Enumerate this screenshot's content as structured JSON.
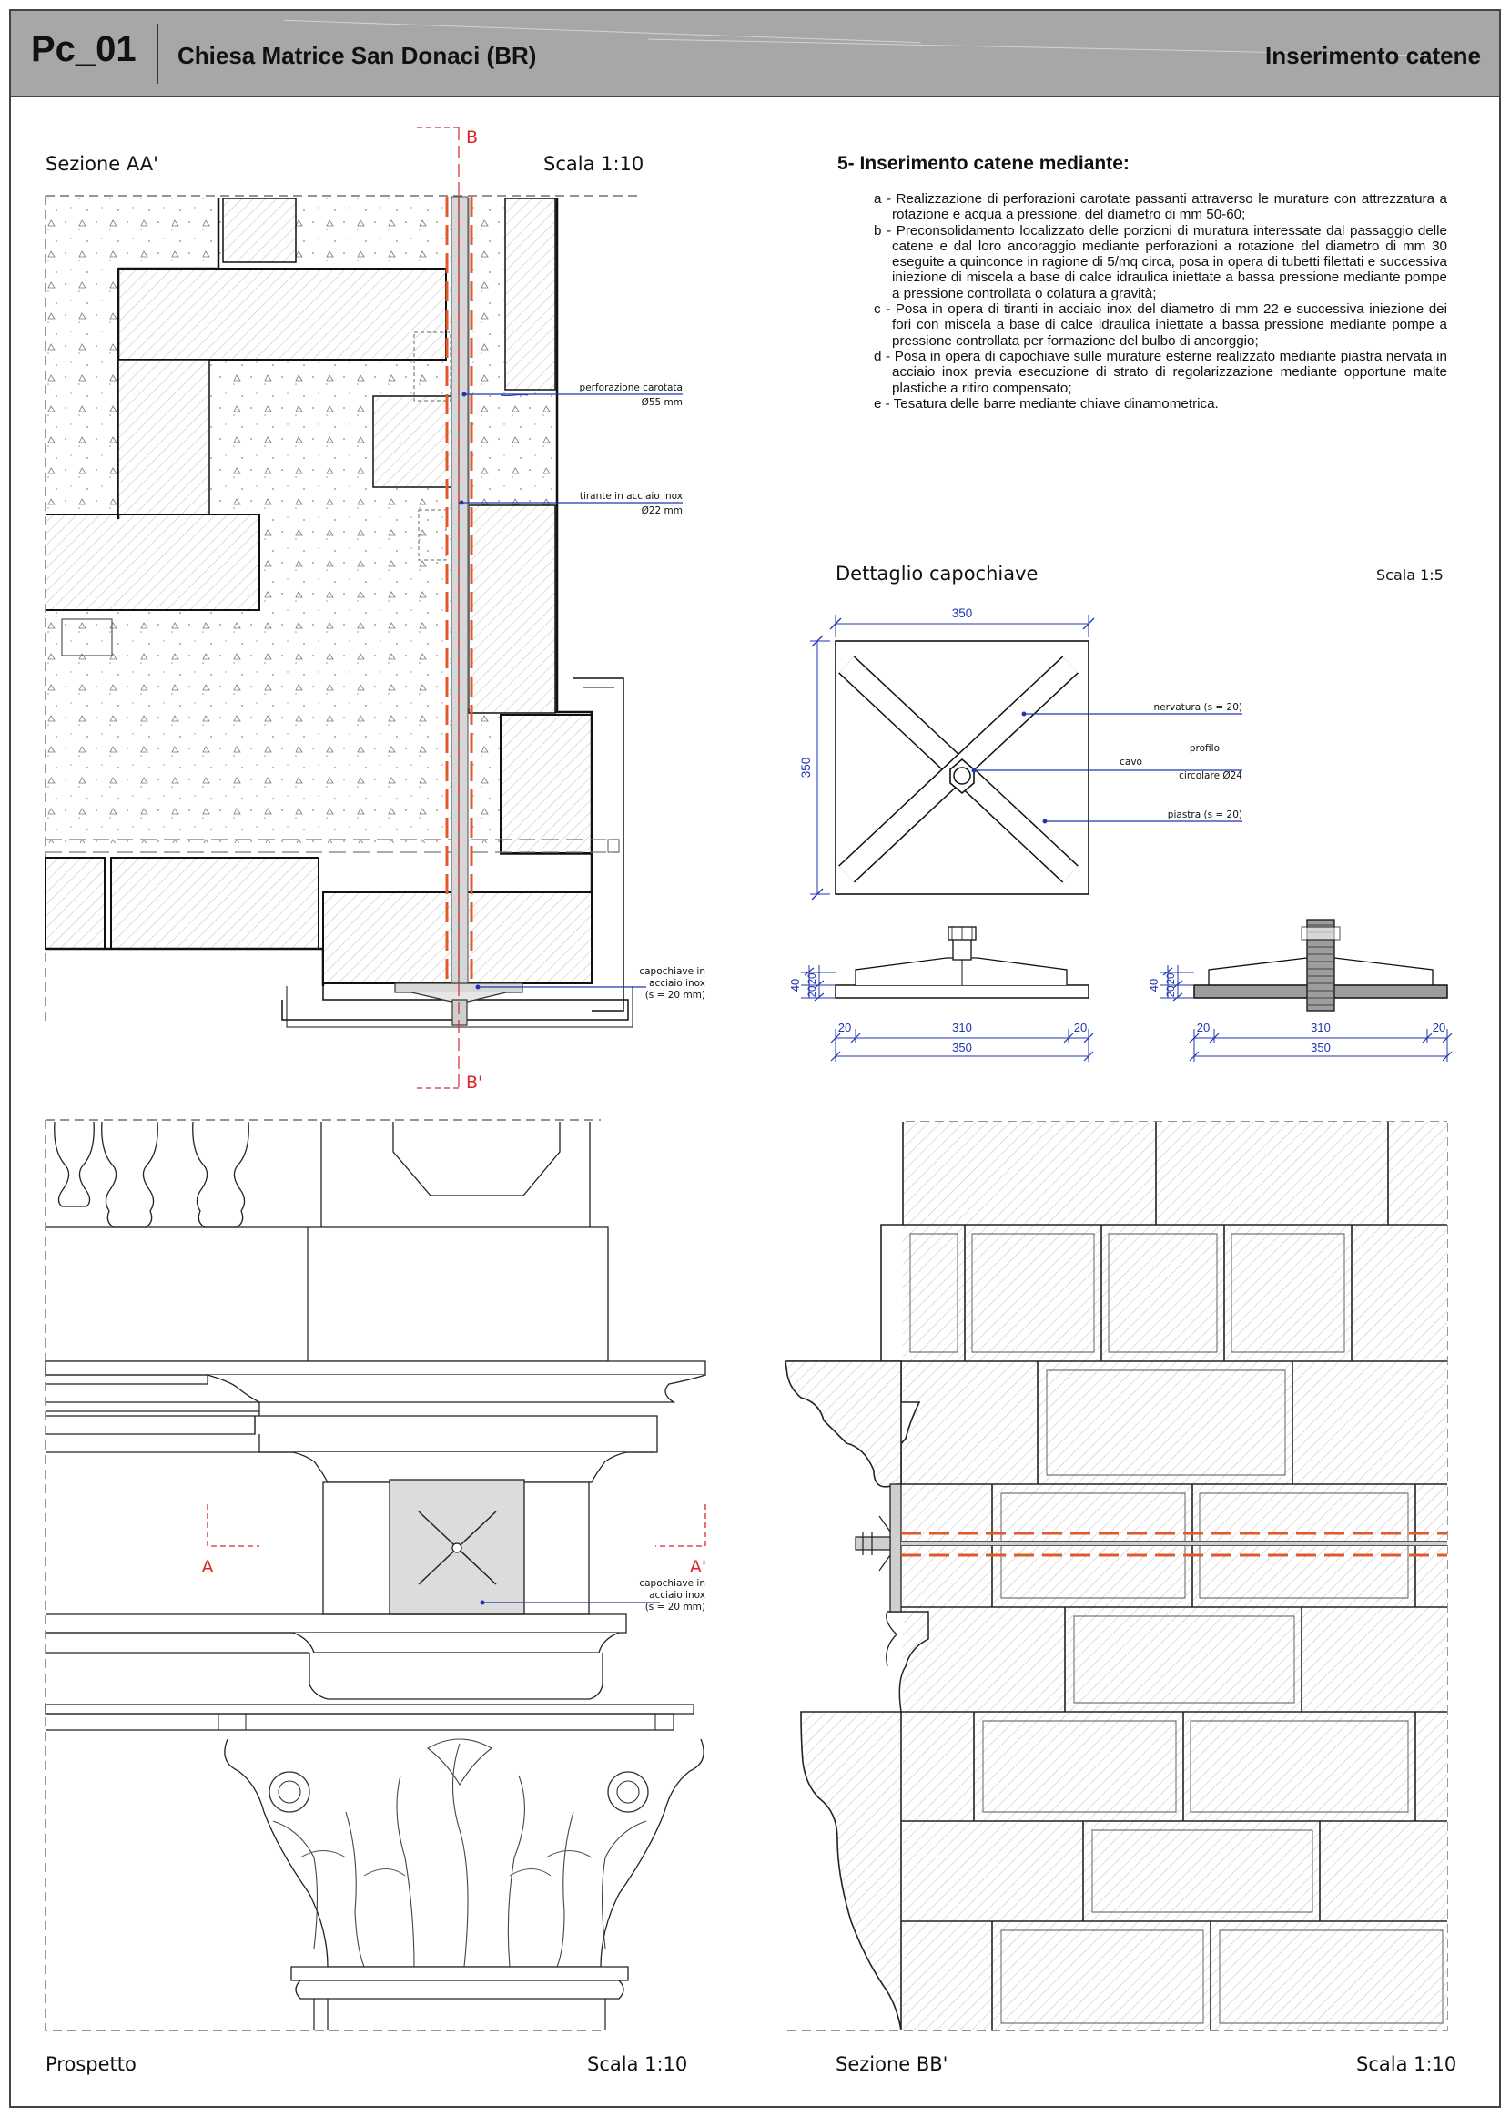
{
  "header": {
    "code": "Pc_01",
    "project": "Chiesa Matrice San Donaci (BR)",
    "subject": "Inserimento catene"
  },
  "section_aa": {
    "title": "Sezione AA'",
    "scale": "Scala 1:10",
    "cut_top": "B",
    "cut_bottom": "B'",
    "ann_perforazione_1": "perforazione carotata",
    "ann_perforazione_2": "Ø55 mm",
    "ann_tirante_1": "tirante in acciaio inox",
    "ann_tirante_2": "Ø22 mm",
    "ann_capo_1": "capochiave in",
    "ann_capo_2": "acciaio inox",
    "ann_capo_3": "(s = 20 mm)"
  },
  "notes": {
    "title": "5- Inserimento catene mediante:",
    "items": [
      "a - Realizzazione di perforazioni carotate passanti attraverso le murature con attrezzatura a rotazione e acqua a pressione, del diametro di mm 50-60;",
      "b - Preconsolidamento localizzato delle porzioni di muratura interessate dal passaggio delle catene e dal loro ancoraggio mediante perforazioni a rotazione del diametro di mm 30 eseguite a quinconce in ragione di 5/mq circa, posa in opera di tubetti filettati e successiva iniezione di miscela a base di calce idraulica iniettate a bassa pressione mediante pompe a pressione controllata o colatura a gravità;",
      "c - Posa in opera di tiranti in acciaio inox del diametro di mm 22 e successiva iniezione dei fori con miscela a base di calce idraulica iniettate a bassa pressione mediante pompe a pressione controllata per formazione del bulbo di ancorggio;",
      "d - Posa in opera di capochiave sulle murature esterne realizzato mediante piastra nervata in acciaio inox previa esecuzione di strato di regolarizzazione mediante opportune malte plastiche a ritiro compensato;",
      "e - Tesatura delle barre mediante chiave dinamometrica."
    ]
  },
  "detail": {
    "title": "Dettaglio capochiave",
    "scale": "Scala 1:5",
    "dim_width": "350",
    "dim_height": "350",
    "ann_nervatura": "nervatura (s = 20)",
    "ann_profilo": "profilo",
    "ann_cavo": "cavo",
    "ann_circolare": "circolare Ø24",
    "ann_piastra": "piastra (s = 20)",
    "sec_h_total": "40",
    "sec_h_a": "20",
    "sec_h_b": "20",
    "sec_edge": "20",
    "sec_mid": "310",
    "sec_total": "350"
  },
  "prospetto": {
    "title": "Prospetto",
    "scale": "Scala 1:10",
    "cut_left": "A",
    "cut_right": "A'",
    "ann_capo_1": "capochiave in",
    "ann_capo_2": "acciaio inox",
    "ann_capo_3": "(s = 20 mm)"
  },
  "section_bb": {
    "title": "Sezione BB'",
    "scale": "Scala 1:10"
  },
  "colors": {
    "dimension": "#2036b0",
    "cut_line": "#d9252b",
    "rod_dash": "#e0592a",
    "header_bg": "#a7a7a7"
  }
}
